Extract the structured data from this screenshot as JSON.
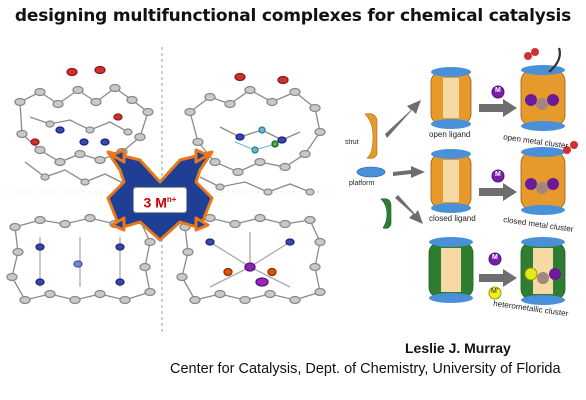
{
  "title": "designing multifunctional complexes for chemical catalysis",
  "center_badge": {
    "base": "3 M",
    "superscript": "n+"
  },
  "scheme": {
    "strut_label": "strut",
    "platform_label": "platform",
    "metal_label": "M",
    "metal_prime_label": "M'",
    "rows": [
      {
        "ligand": "open ligand",
        "cluster": "open metal cluster"
      },
      {
        "ligand": "closed ligand",
        "cluster": "closed metal cluster"
      },
      {
        "ligand": "",
        "cluster": "heterometallic cluster"
      }
    ]
  },
  "footer": {
    "author": "Leslie J. Murray",
    "affiliation": "Center for Catalysis, Dept. of Chemistry, University of Florida"
  },
  "colors": {
    "arrow_blue": "#1f3f94",
    "arrow_orange": "#e7781c",
    "strut_orange": "#e59a2b",
    "platform_blue": "#4a90d9",
    "green_strut": "#2e7d32",
    "metal_purple": "#6a1b9a",
    "oxygen_red": "#d32f2f"
  }
}
